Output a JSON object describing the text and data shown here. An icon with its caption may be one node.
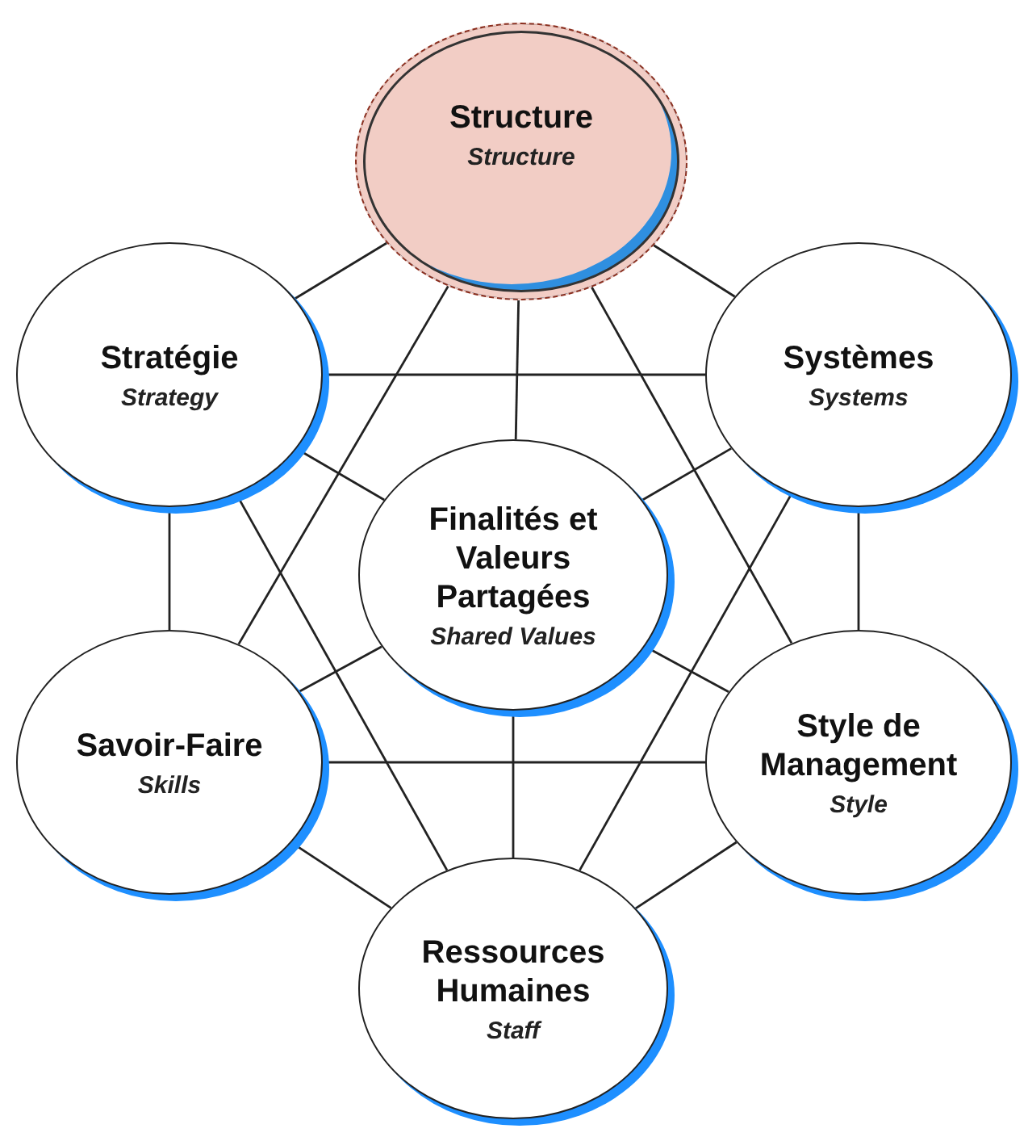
{
  "diagram": {
    "nodes": [
      {
        "text": [
          "Structure",
          "Structure"
        ]
      },
      {
        "text": [
          "Stratégie",
          "Strategy"
        ]
      },
      {
        "text": [
          "Systèmes",
          "Systems"
        ]
      },
      {
        "text": [
          "Finalités et Valeurs Partagées",
          "Shared Values"
        ]
      },
      {
        "text": [
          "Savoir-Faire",
          "Skills"
        ]
      },
      {
        "text": [
          "Style de Management",
          "Style"
        ]
      },
      {
        "text": [
          "Ressources Humaines",
          "Staff"
        ]
      }
    ],
    "edges": [
      {
        "from": 0,
        "to": 1,
        "arrow": "none"
      },
      {
        "from": 0,
        "to": 2,
        "arrow": "none"
      },
      {
        "from": 0,
        "to": 3,
        "arrow": "none"
      },
      {
        "from": 0,
        "to": 4,
        "arrow": "none"
      },
      {
        "from": 0,
        "to": 5,
        "arrow": "none"
      },
      {
        "from": 1,
        "to": 2,
        "arrow": "none"
      },
      {
        "from": 1,
        "to": 3,
        "arrow": "none"
      },
      {
        "from": 1,
        "to": 4,
        "arrow": "none"
      },
      {
        "from": 1,
        "to": 6,
        "arrow": "none"
      },
      {
        "from": 2,
        "to": 3,
        "arrow": "none"
      },
      {
        "from": 2,
        "to": 5,
        "arrow": "none"
      },
      {
        "from": 2,
        "to": 6,
        "arrow": "none"
      },
      {
        "from": 3,
        "to": 4,
        "arrow": "none"
      },
      {
        "from": 3,
        "to": 5,
        "arrow": "none"
      },
      {
        "from": 3,
        "to": 6,
        "arrow": "none"
      },
      {
        "from": 4,
        "to": 5,
        "arrow": "none"
      },
      {
        "from": 4,
        "to": 6,
        "arrow": "none"
      },
      {
        "from": 5,
        "to": 6,
        "arrow": "none"
      }
    ]
  }
}
